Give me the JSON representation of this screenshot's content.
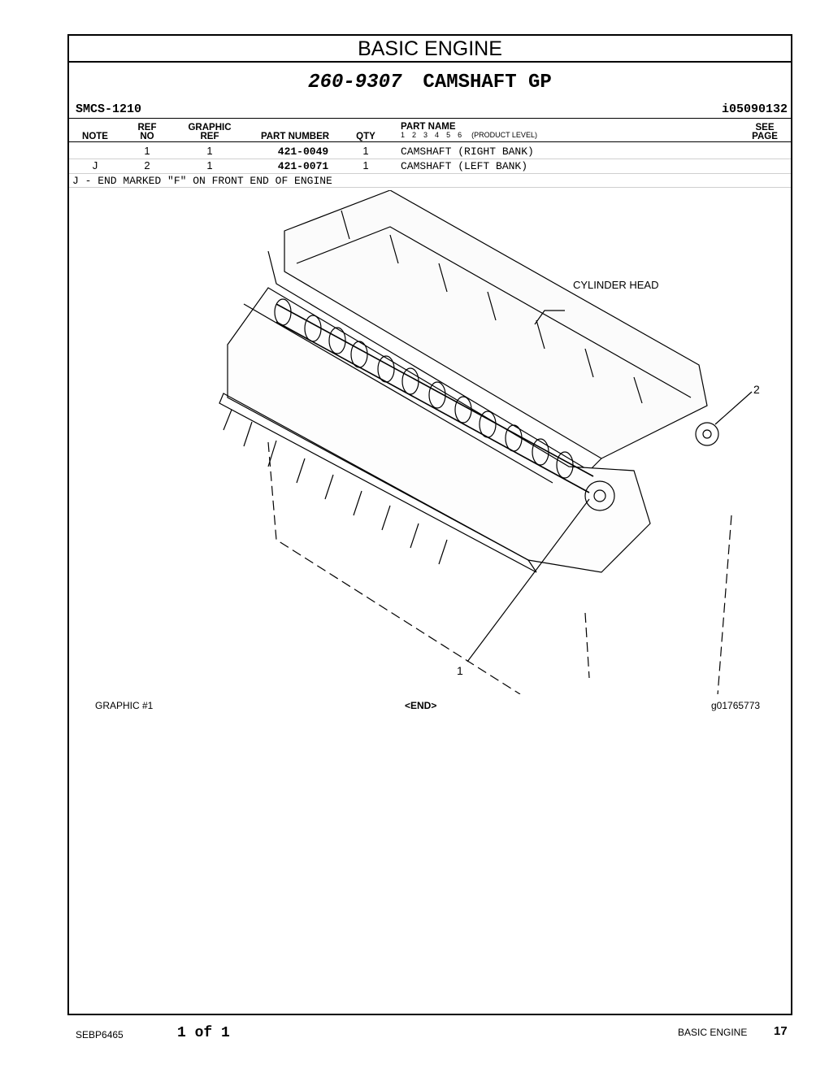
{
  "banner": "BASIC ENGINE",
  "title": {
    "part_number": "260-9307",
    "name": "CAMSHAFT GP"
  },
  "smcs": "SMCS-1210",
  "illustration_id": "i05090132",
  "headers": {
    "note": "NOTE",
    "ref_no": [
      "REF",
      "NO"
    ],
    "graphic_ref": [
      "GRAPHIC",
      "REF"
    ],
    "part_number": "PART NUMBER",
    "qty": "QTY",
    "part_name": "PART NAME",
    "levels": [
      "1",
      "2",
      "3",
      "4",
      "5",
      "6"
    ],
    "product_level": "(PRODUCT LEVEL)",
    "see_page": [
      "SEE",
      "PAGE"
    ]
  },
  "rows": [
    {
      "note": "",
      "ref_no": "1",
      "graphic_ref": "1",
      "part_number": "421-0049",
      "qty": "1",
      "part_name": "CAMSHAFT (RIGHT BANK)"
    },
    {
      "note": "J",
      "ref_no": "2",
      "graphic_ref": "1",
      "part_number": "421-0071",
      "qty": "1",
      "part_name": "CAMSHAFT (LEFT BANK)"
    }
  ],
  "footnote": "J - END MARKED \"F\" ON FRONT END OF ENGINE",
  "illustration": {
    "callouts": {
      "cylinder_head": "CYLINDER HEAD",
      "one": "1",
      "two": "2"
    }
  },
  "graphic_label": "GRAPHIC #1",
  "end_label": "<END>",
  "graphic_id": "g01765773",
  "footer": {
    "doc_number": "SEBP6465",
    "page_of": "1 of 1",
    "section": "BASIC ENGINE",
    "page_number": "17"
  }
}
